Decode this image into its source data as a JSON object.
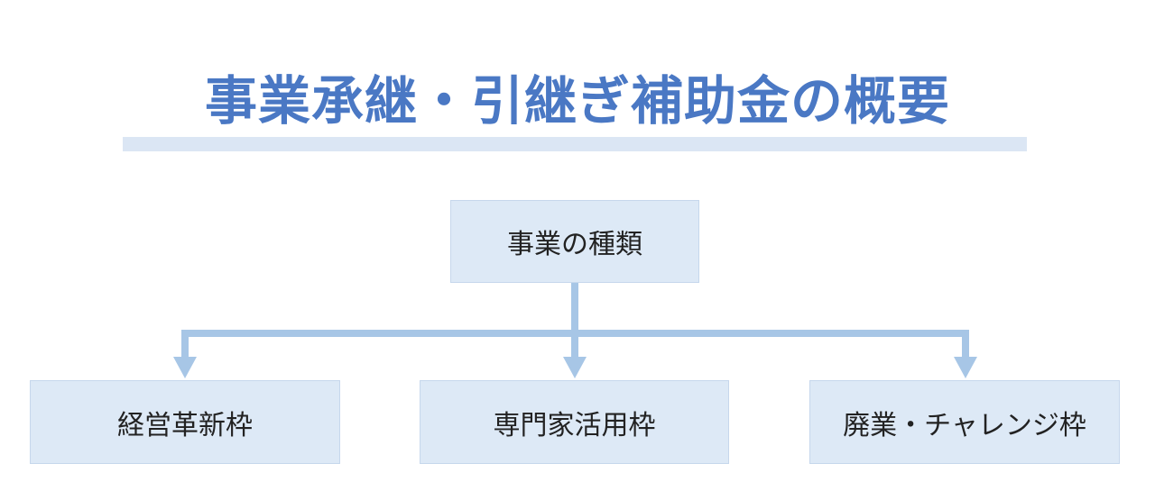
{
  "title": "事業承継・引継ぎ補助金の概要",
  "diagram": {
    "root": {
      "label": "事業の種類"
    },
    "children": [
      {
        "label": "経営革新枠"
      },
      {
        "label": "専門家活用枠"
      },
      {
        "label": "廃業・チャレンジ枠"
      }
    ]
  },
  "colors": {
    "title": "#4a78c4",
    "box_fill": "#dde9f6",
    "connector": "#a7c6e6",
    "underline": "#dbe6f4"
  }
}
